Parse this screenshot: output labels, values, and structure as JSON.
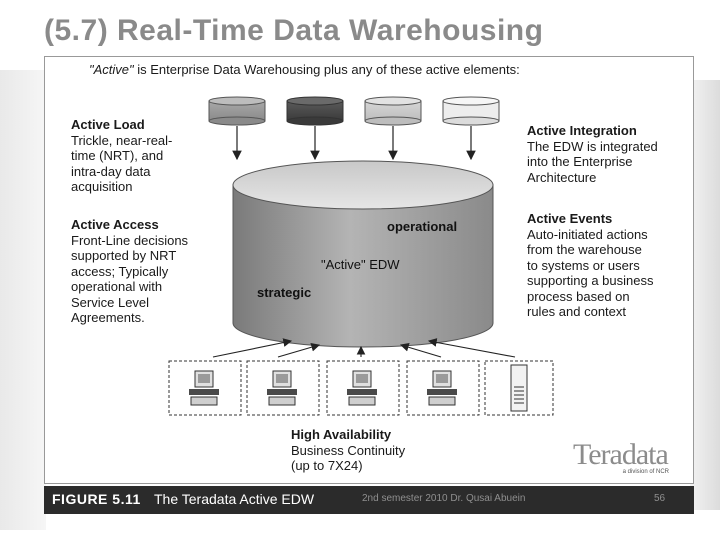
{
  "slide": {
    "title": "(5.7) Real-Time Data Warehousing"
  },
  "figure": {
    "intro_prefix": "\"Active\"",
    "intro_rest": " is Enterprise Data Warehousing plus any of these active elements:",
    "active_load": {
      "heading": "Active Load",
      "lines": [
        "Trickle, near-real-",
        "time (NRT), and",
        "intra-day data",
        "acquisition"
      ]
    },
    "active_access": {
      "heading": "Active Access",
      "lines": [
        "Front-Line decisions",
        "supported by NRT",
        "access; Typically",
        "operational with",
        "Service Level",
        "Agreements."
      ]
    },
    "active_integration": {
      "heading": "Active Integration",
      "lines": [
        "The EDW is integrated",
        "into the  Enterprise",
        "Architecture"
      ]
    },
    "active_events": {
      "heading": "Active Events",
      "lines": [
        "Auto-initiated actions",
        "from the warehouse",
        "to systems or users",
        "supporting a business",
        "process based on",
        "rules and context"
      ]
    },
    "high_availability": {
      "heading": "High Availability",
      "lines": [
        "Business Continuity",
        "(up to 7X24)"
      ]
    },
    "cylinder": {
      "operational_label": "operational",
      "edw_label": "\"Active\" EDW",
      "strategic_label": "strategic"
    },
    "logo": {
      "word": "Teradata",
      "sub": "a division of NCR"
    }
  },
  "caption": {
    "figure_number": "FIGURE 5.11",
    "figure_title": "The Teradata Active EDW",
    "footer": "2nd semester 2010 Dr. Qusai Abuein",
    "page_number": "56"
  },
  "colors": {
    "title_gray": "#8a8a8a",
    "caption_bar": "#2b2b2b",
    "cylinder_body": "#9a9a9a",
    "cylinder_top": "#d4d4d4"
  }
}
